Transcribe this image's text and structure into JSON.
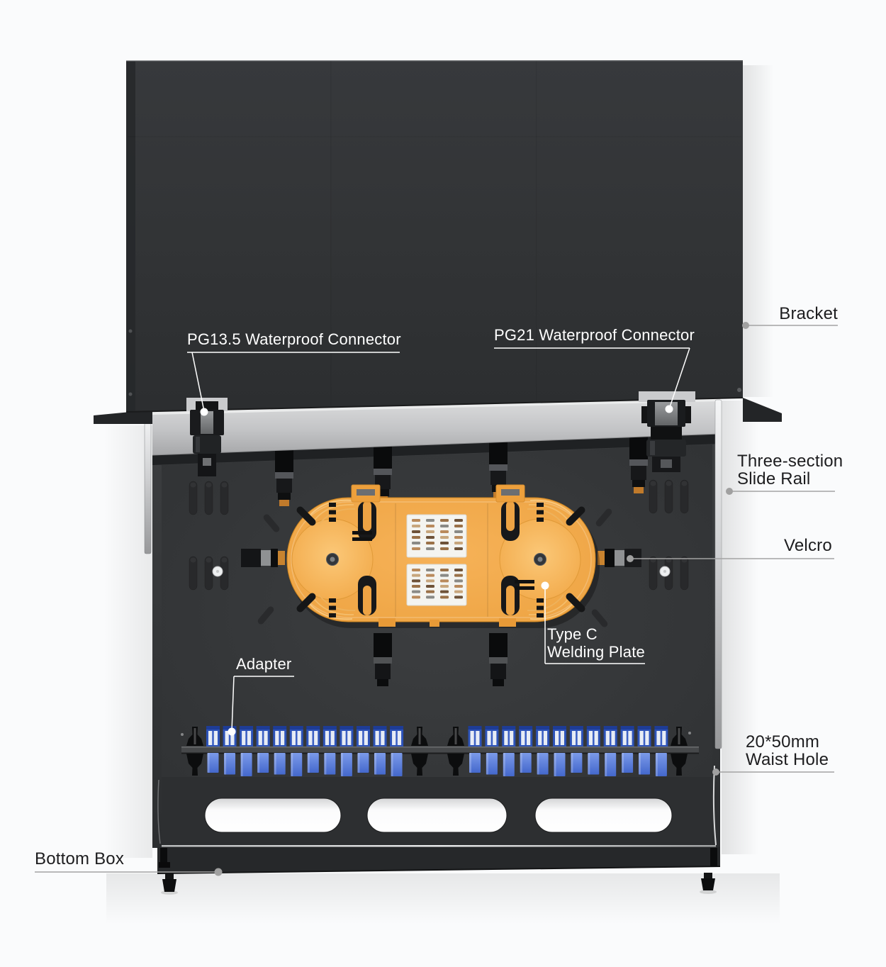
{
  "labels": {
    "pg135": {
      "text": "PG13.5 Waterproof Connector"
    },
    "pg21": {
      "text": "PG21 Waterproof Connector"
    },
    "bracket": {
      "text": "Bracket"
    },
    "slide_rail": {
      "line1": "Three-section",
      "line2": "Slide Rail"
    },
    "velcro": {
      "text": "Velcro"
    },
    "welding_plate": {
      "line1": "Type C",
      "line2": "Welding Plate"
    },
    "adapter": {
      "text": "Adapter"
    },
    "waist_hole": {
      "line1": "20*50mm",
      "line2": "Waist Hole"
    },
    "bottom_box": {
      "text": "Bottom Box"
    }
  },
  "colors": {
    "panel_dark": "#333538",
    "tray_orange": "#f0a948",
    "adapter_blue": "#2d53b8",
    "adapter_tail_blue": "#5b80dc",
    "adapter_window": "#e7ecf5",
    "rail_silver": "#d9dadc",
    "label_light": "#ffffff",
    "label_dark": "#1d1d1f",
    "leader_gray": "#a3a3a3"
  },
  "adapters": {
    "groups": [
      {
        "count": 12
      },
      {
        "count": 12
      }
    ]
  },
  "waist_holes": {
    "count": 3
  },
  "splice_blocks": {
    "count": 2,
    "rows": 6,
    "cols": 4
  }
}
